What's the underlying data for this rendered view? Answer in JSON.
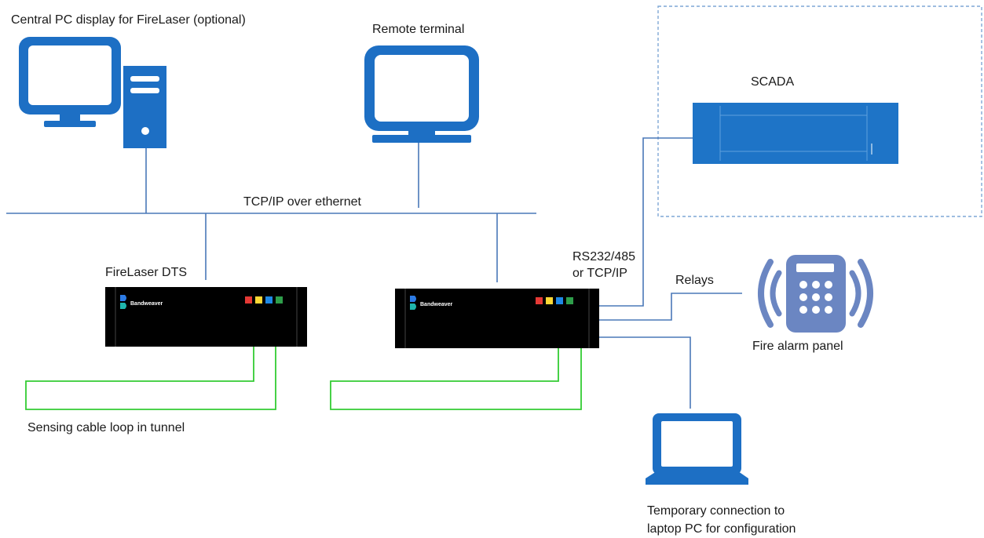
{
  "labels": {
    "central_pc": "Central PC display for FireLaser (optional)",
    "remote_terminal": "Remote terminal",
    "scada": "SCADA",
    "tcp_ip": "TCP/IP over ethernet",
    "firelaser_dts": "FireLaser DTS",
    "rs232_line1": "RS232/485",
    "rs232_line2": "or TCP/IP",
    "relays": "Relays",
    "fire_alarm_panel": "Fire alarm panel",
    "sensing_cable": "Sensing cable loop in tunnel",
    "laptop_line1": "Temporary connection to",
    "laptop_line2": "laptop PC for configuration"
  },
  "devices": {
    "brand_name": "Bandweaver",
    "led_colors": [
      "#e53935",
      "#fdd835",
      "#1e88e5",
      "#2e9e4a"
    ]
  },
  "colors": {
    "icon_blue": "#1d6fc4",
    "line_blue": "#4a78b8",
    "cable_green": "#33cc33",
    "panel_blue": "#6b86c2",
    "scada_dash": "#7fa7d6"
  }
}
